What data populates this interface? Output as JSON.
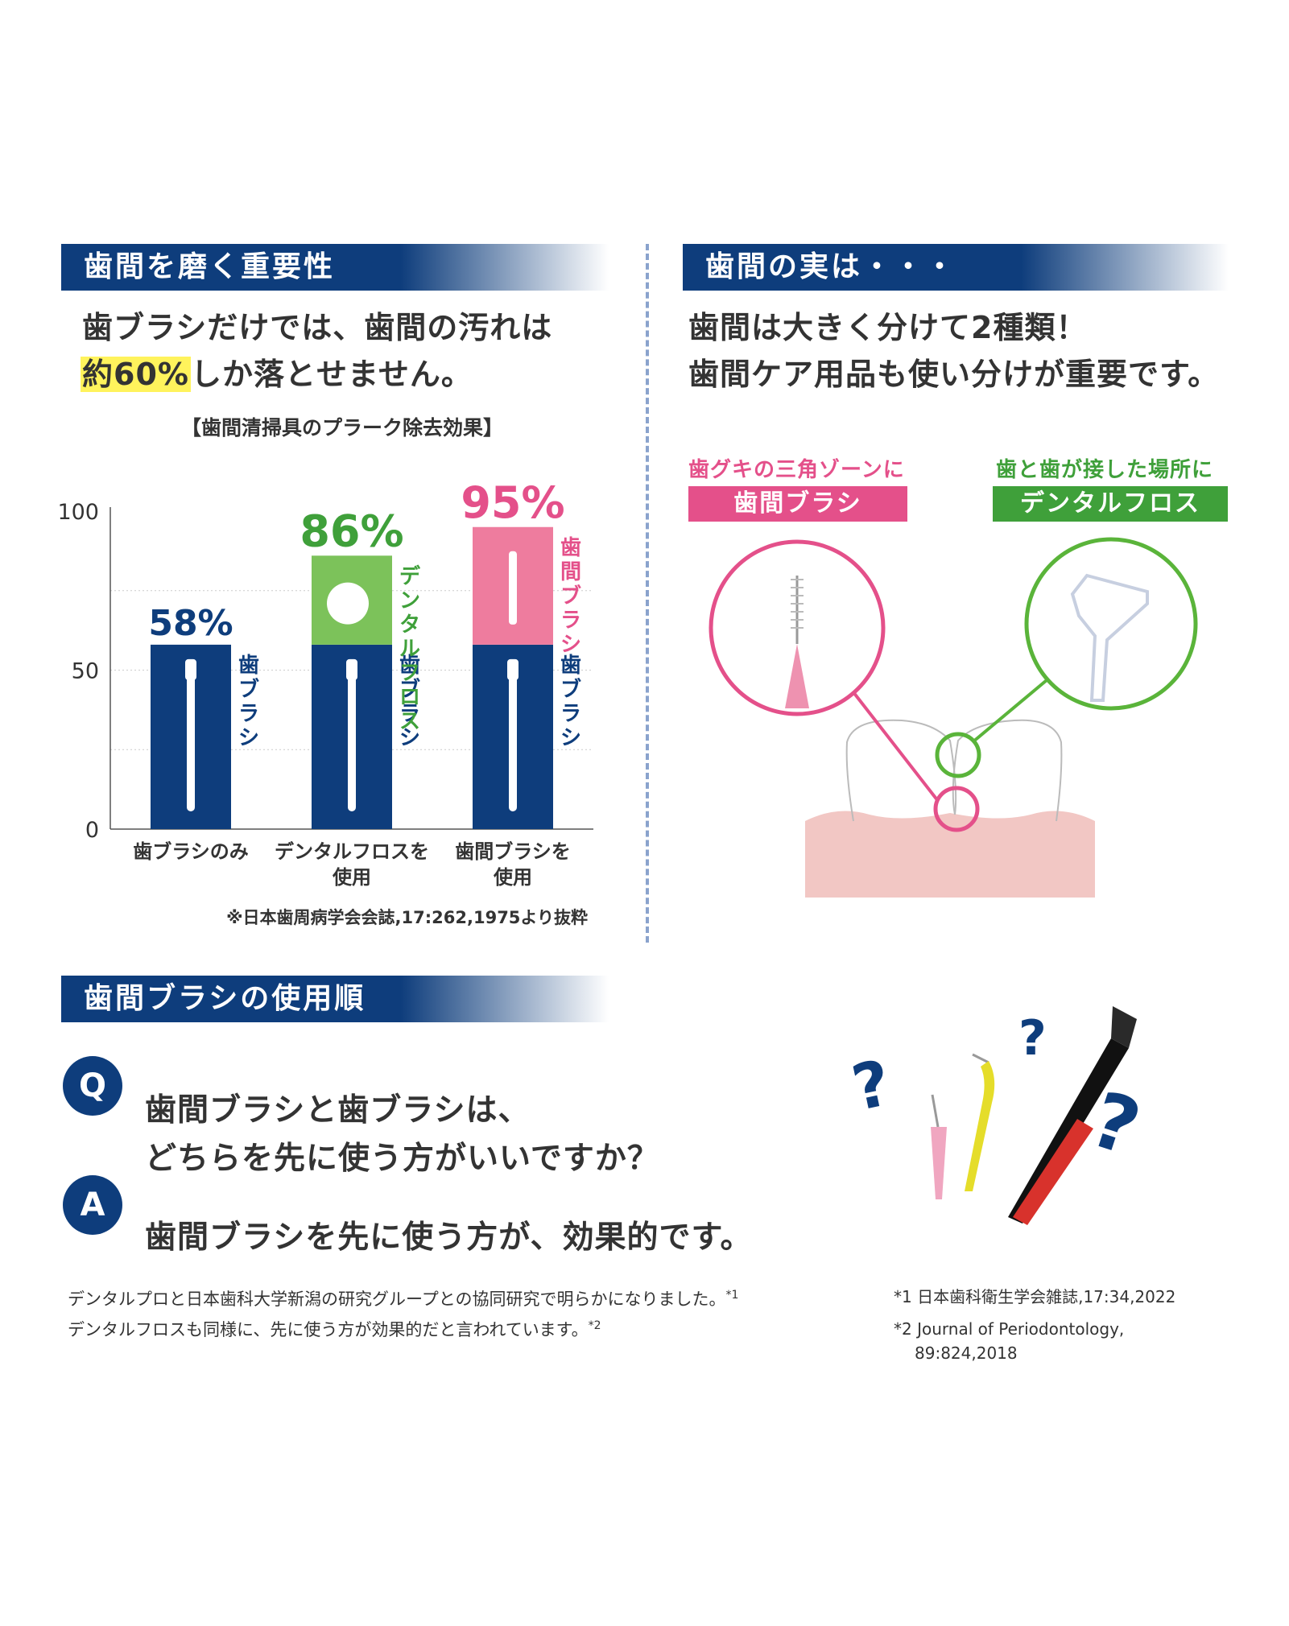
{
  "left_section": {
    "heading": "歯間を磨く重要性",
    "lead_line1": "歯ブラシだけでは、歯間の汚れは",
    "lead_line2_highlight": "約60%",
    "lead_line2_rest": "しか落とせません。"
  },
  "chart_data": {
    "type": "bar",
    "title": "【歯間清掃具のプラーク除去効果】",
    "categories": [
      "歯ブラシのみ",
      "デンタルフロスを使用",
      "歯間ブラシを使用"
    ],
    "category_lines": [
      [
        "歯ブラシのみ"
      ],
      [
        "デンタルフロスを",
        "使用"
      ],
      [
        "歯間ブラシを",
        "使用"
      ]
    ],
    "series": [
      {
        "name": "歯ブラシ",
        "values": [
          58,
          58,
          58
        ],
        "color": "#0e3d7c"
      },
      {
        "name": "デンタルフロス",
        "values": [
          0,
          28,
          0
        ],
        "color": "#7cc25a"
      },
      {
        "name": "歯間ブラシ",
        "values": [
          0,
          0,
          37
        ],
        "color": "#ee7c9e"
      }
    ],
    "totals_label": [
      "58%",
      "86%",
      "95%"
    ],
    "totals_color": [
      "#0e3d7c",
      "#3fa03a",
      "#e4508a"
    ],
    "ylim": [
      0,
      100
    ],
    "yticks": [
      "0",
      "50",
      "100"
    ],
    "segment_labels": {
      "toothbrush": "歯ブラシ",
      "floss": "デンタルフロス",
      "interdental": "歯間ブラシ"
    },
    "source": "※日本歯周病学会会誌,17:262,1975より抜粋"
  },
  "right_section": {
    "heading": "歯間の実は・・・",
    "lead_line1": "歯間は大きく分けて2種類！",
    "lead_line2": "歯間ケア用品も使い分けが重要です。",
    "pink_caption": "歯グキの三角ゾーンに",
    "pink_tag": "歯間ブラシ",
    "green_caption": "歯と歯が接した場所に",
    "green_tag": "デンタルフロス"
  },
  "order_section": {
    "heading": "歯間ブラシの使用順",
    "q_badge": "Q",
    "q_line1": "歯間ブラシと歯ブラシは、",
    "q_line2": "どちらを先に使う方がいいですか？",
    "a_badge": "A",
    "a_text": "歯間ブラシを先に使う方が、効果的です。",
    "note1": "デンタルプロと日本歯科大学新潟の研究グループとの協同研究で明らかになりました。",
    "note1_mark": "*1",
    "note2": "デンタルフロスも同様に、先に使う方が効果的だと言われています。",
    "note2_mark": "*2",
    "ref1": "*1 日本歯科衛生学会雑誌,17:34,2022",
    "ref2_line1": "*2 Journal of Periodontology,",
    "ref2_line2": "89:824,2018",
    "question_mark": "?"
  },
  "colors": {
    "navy": "#0e3d7c",
    "pink": "#e4508a",
    "green": "#3fa03a",
    "highlight": "#fff35c"
  }
}
